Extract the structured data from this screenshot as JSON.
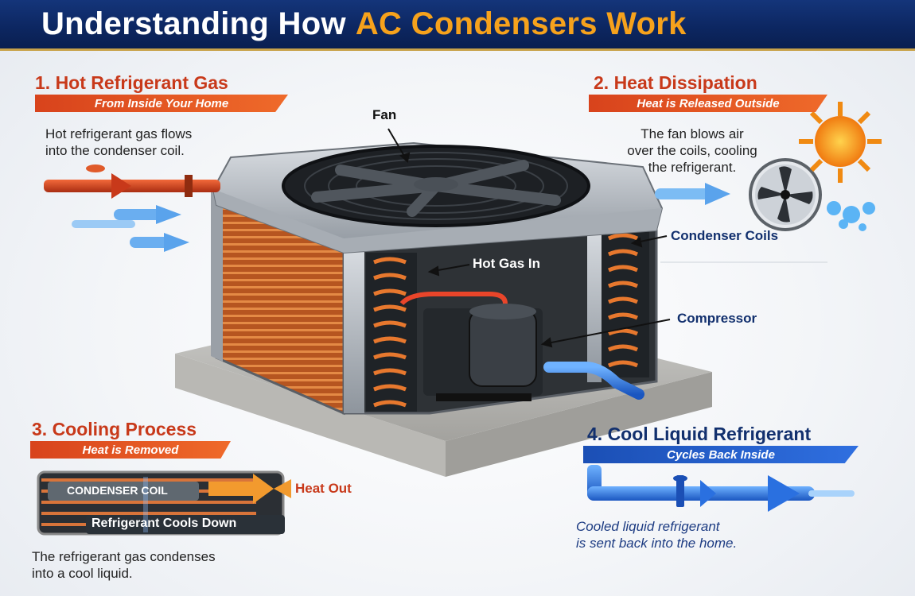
{
  "header": {
    "title_white": "Understanding How",
    "title_accent": "AC Condensers Work"
  },
  "step1": {
    "title": "1. Hot Refrigerant Gas",
    "ribbon": "From Inside Your Home",
    "desc_line1": "Hot refrigerant gas flows",
    "desc_line2": "into the condenser coil."
  },
  "step2": {
    "title": "2. Heat Dissipation",
    "ribbon": "Heat is Released Outside",
    "desc_line1": "The fan blows air",
    "desc_line2": "over the coils, cooling",
    "desc_line3": "the refrigerant."
  },
  "step3": {
    "title": "3. Cooling Process",
    "ribbon": "Heat is Removed",
    "coil_label": "CONDENSER COIL",
    "cools_label": "Refrigerant Cools Down",
    "heat_out": "Heat Out",
    "desc_line1": "The refrigerant gas condenses",
    "desc_line2": "into a cool liquid."
  },
  "step4": {
    "title": "4. Cool Liquid Refrigerant",
    "ribbon": "Cycles Back Inside",
    "desc_line1": "Cooled liquid refrigerant",
    "desc_line2": "is sent back into the home."
  },
  "labels": {
    "fan": "Fan",
    "hot_gas_in": "Hot Gas In",
    "condenser_coils": "Condenser Coils",
    "compressor": "Compressor"
  },
  "colors": {
    "banner_navy": "#0c2660",
    "accent_orange": "#f6a21c",
    "hot_red": "#c8391a",
    "cool_blue": "#2f6fe0",
    "copper": "#d86a2a"
  }
}
